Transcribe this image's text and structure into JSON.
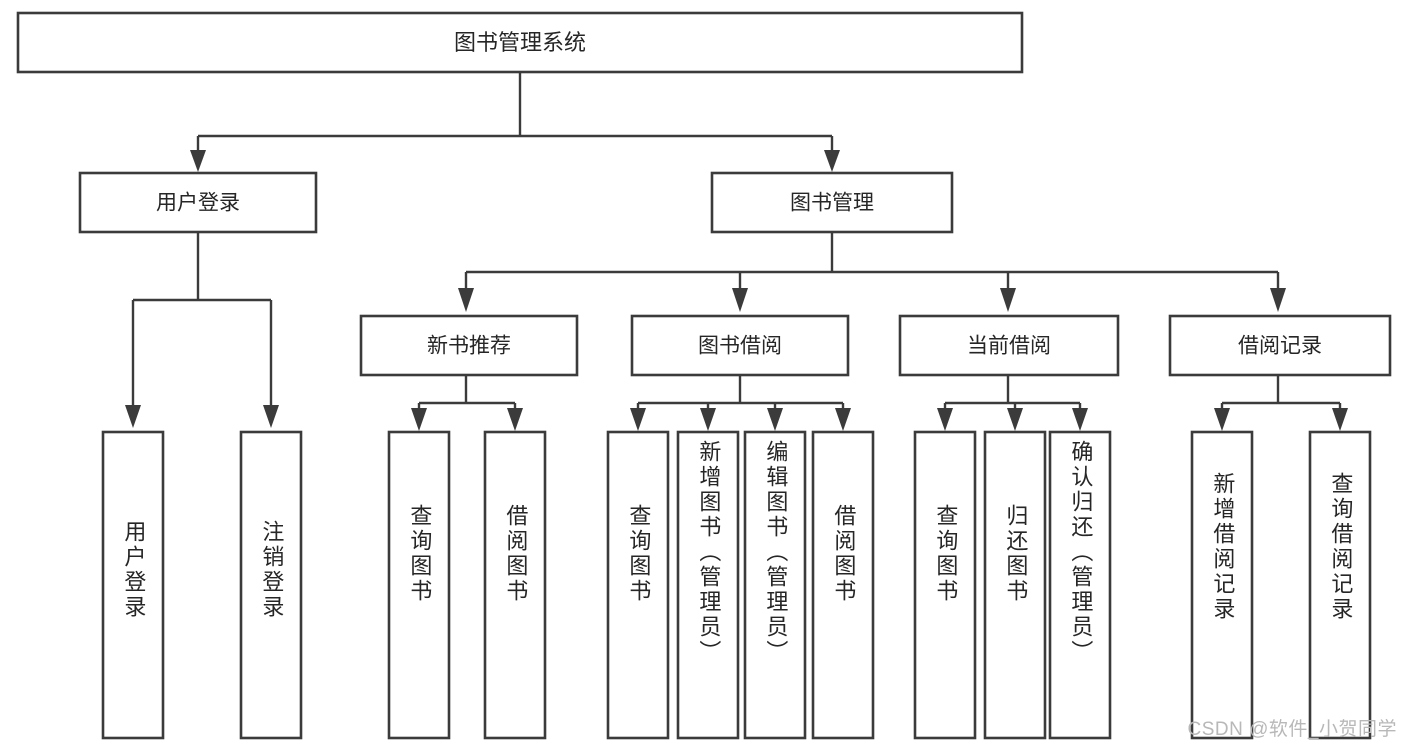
{
  "diagram": {
    "title": "图书管理系统",
    "type": "tree-hierarchy",
    "watermark": "CSDN @软件_小贺同学",
    "colors": {
      "stroke": "#3b3b3b",
      "text": "#262626",
      "background": "#ffffff",
      "watermark": "#b8b8b8"
    },
    "root": {
      "label": "图书管理系统"
    },
    "level2": [
      {
        "label": "用户登录"
      },
      {
        "label": "图书管理"
      }
    ],
    "level3": [
      {
        "label": "新书推荐"
      },
      {
        "label": "图书借阅"
      },
      {
        "label": "当前借阅"
      },
      {
        "label": "借阅记录"
      }
    ],
    "leaves": {
      "user_login": [
        {
          "label": "用户登录"
        },
        {
          "label": "注销登录"
        }
      ],
      "new_book_recommend": [
        {
          "label": "查询图书"
        },
        {
          "label": "借阅图书"
        }
      ],
      "book_borrow": [
        {
          "label": "查询图书"
        },
        {
          "label": "新增图书（管理员）"
        },
        {
          "label": "编辑图书（管理员）"
        },
        {
          "label": "借阅图书"
        }
      ],
      "current_borrow": [
        {
          "label": "查询图书"
        },
        {
          "label": "归还图书"
        },
        {
          "label": "确认归还（管理员）"
        }
      ],
      "borrow_record": [
        {
          "label": "新增借阅记录"
        },
        {
          "label": "查询借阅记录"
        }
      ]
    }
  }
}
